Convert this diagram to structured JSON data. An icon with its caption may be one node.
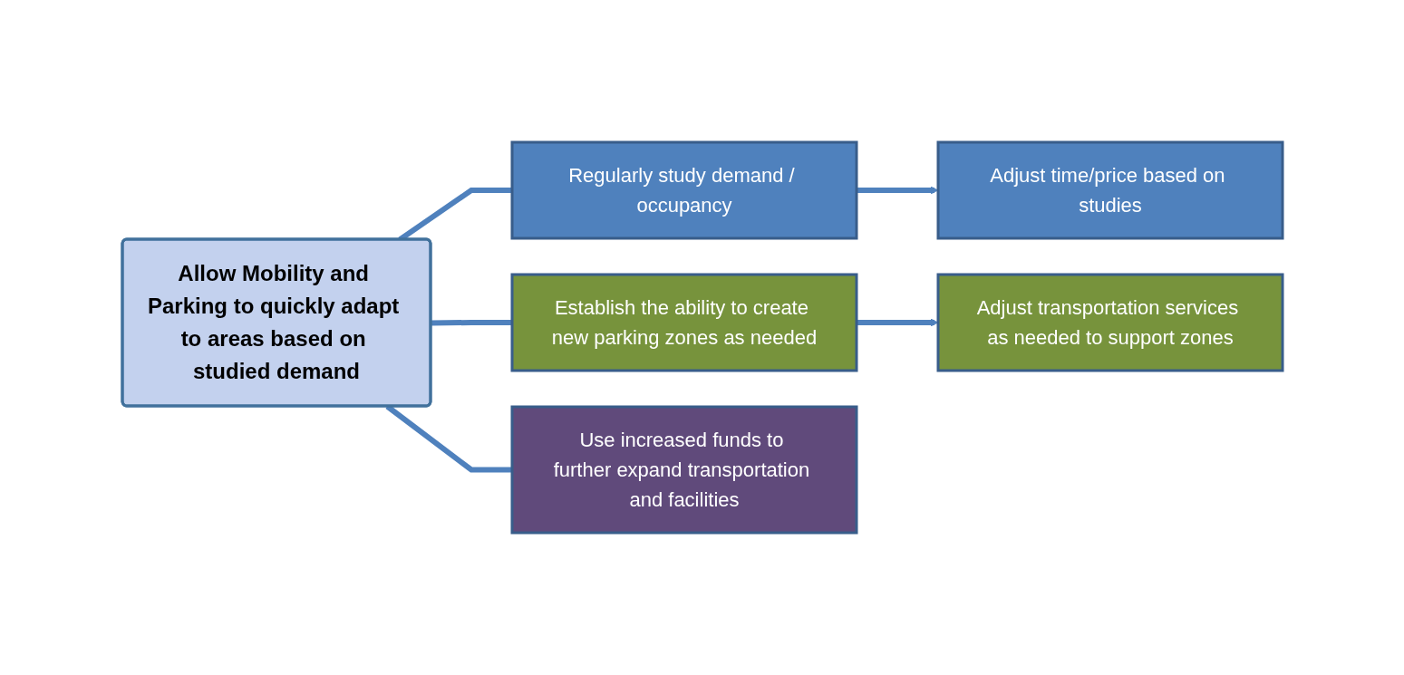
{
  "diagram": {
    "nodes": [
      {
        "text": [
          "Allow Mobility and Parking to quickly adapt to areas based on studied demand"
        ]
      },
      {
        "text": [
          "Regularly study demand / occupancy"
        ]
      },
      {
        "text": [
          "Adjust time/price based on studies"
        ]
      },
      {
        "text": [
          "Establish the ability to create new parking zones as needed"
        ]
      },
      {
        "text": [
          "Adjust transportation services as needed to support zones"
        ]
      },
      {
        "text": [
          "Use increased funds to further expand transportation and facilities"
        ]
      }
    ],
    "edges": [
      {
        "from": 0,
        "to": 1,
        "arrow": "none"
      },
      {
        "from": 0,
        "to": 3,
        "arrow": "none"
      },
      {
        "from": 0,
        "to": 5,
        "arrow": "none"
      },
      {
        "from": 1,
        "to": 2,
        "arrow": "to"
      },
      {
        "from": 3,
        "to": 4,
        "arrow": "to"
      }
    ]
  }
}
